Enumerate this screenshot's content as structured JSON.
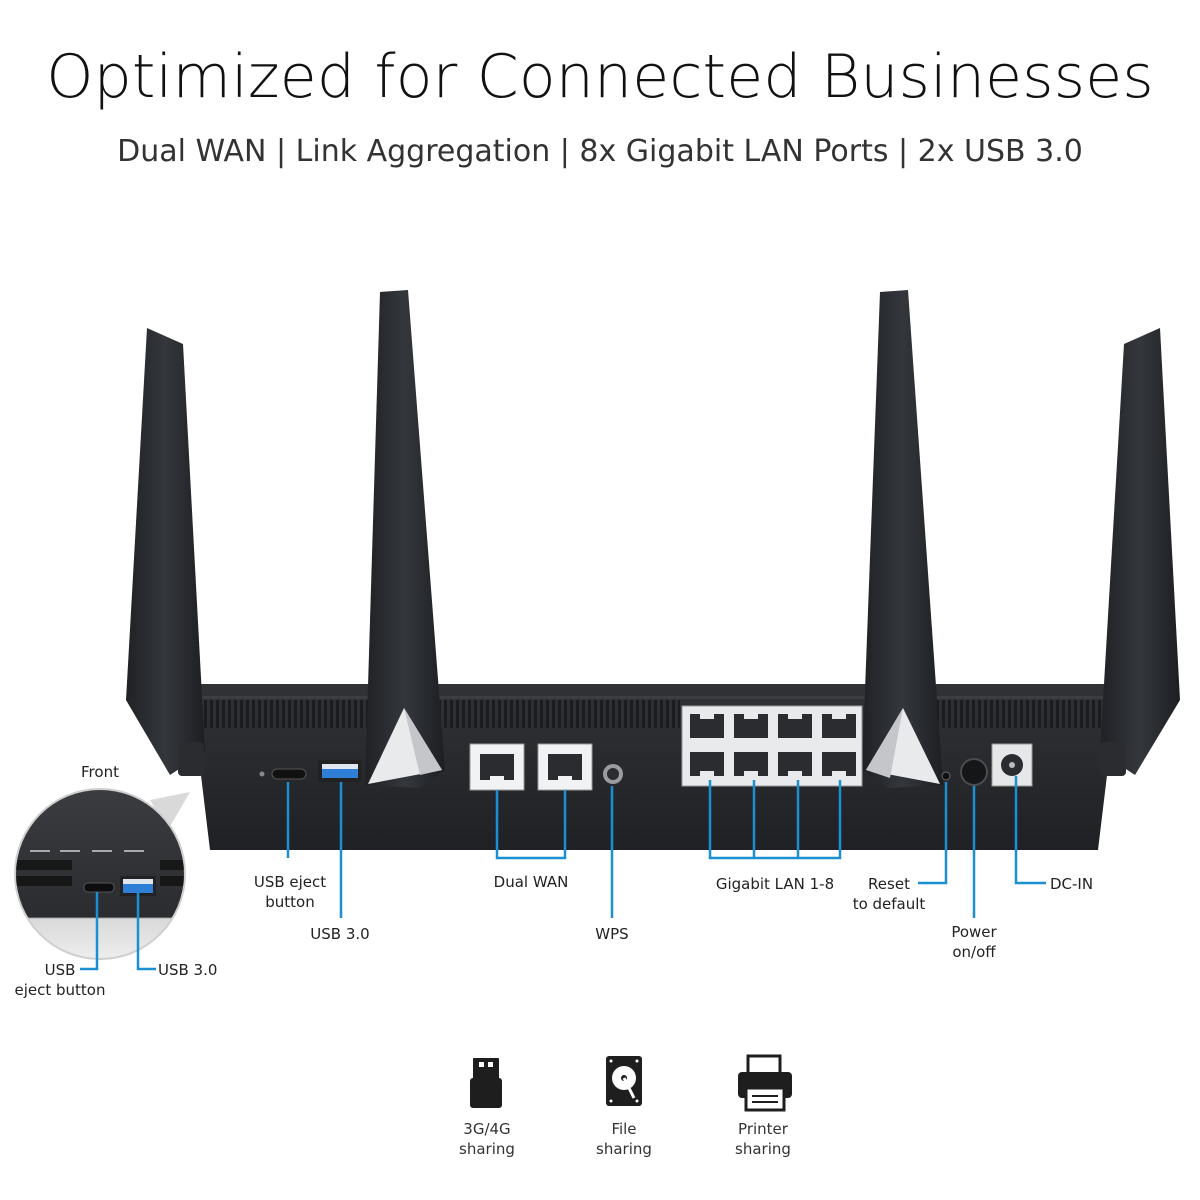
{
  "header": {
    "title": "Optimized for Connected Businesses",
    "subtitle": "Dual WAN | Link Aggregation | 8x Gigabit LAN Ports | 2x USB 3.0"
  },
  "inset": {
    "label": "Front",
    "callouts": {
      "usb_eject": [
        "USB",
        "eject button"
      ],
      "usb3": "USB 3.0"
    }
  },
  "callouts": {
    "usb_eject": [
      "USB eject",
      "button"
    ],
    "usb3": "USB 3.0",
    "dual_wan": "Dual WAN",
    "wps": "WPS",
    "lan": "Gigabit LAN 1-8",
    "reset": [
      "Reset",
      "to default"
    ],
    "power": [
      "Power",
      "on/off"
    ],
    "dc_in": "DC-IN"
  },
  "features": [
    {
      "icon": "usb-stick-icon",
      "line1": "3G/4G",
      "line2": "sharing"
    },
    {
      "icon": "hard-drive-icon",
      "line1": "File",
      "line2": "sharing"
    },
    {
      "icon": "printer-icon",
      "line1": "Printer",
      "line2": "sharing"
    }
  ],
  "colors": {
    "callout_line": "#1c8fd1",
    "router_body": "#2b2d31",
    "antenna": "#25272b",
    "usb_port": "#2f7fd6"
  }
}
